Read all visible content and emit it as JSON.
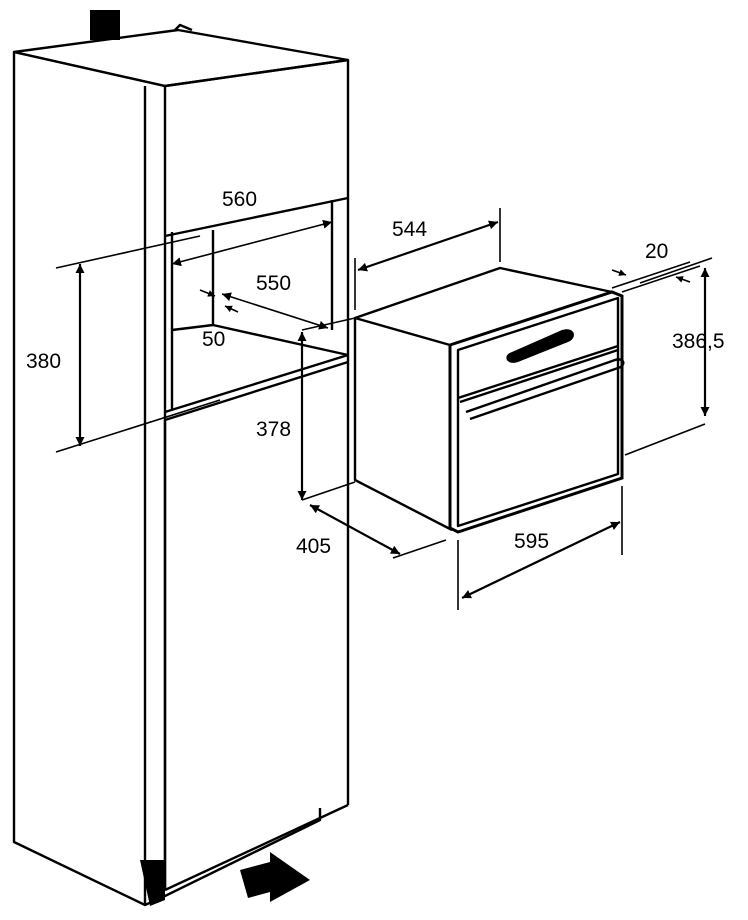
{
  "dimensions": {
    "niche_width": "560",
    "niche_depth": "550",
    "niche_height": "380",
    "ventilation_gap": "50",
    "shelf_front": "378",
    "front_depth": "405",
    "appliance_depth": "544",
    "door_thickness": "20",
    "appliance_height": "386,5",
    "appliance_width": "595"
  },
  "colors": {
    "line": "#000000",
    "background": "#ffffff"
  },
  "icons": [
    "airflow-in-arrow-icon",
    "airflow-out-block-icon"
  ]
}
